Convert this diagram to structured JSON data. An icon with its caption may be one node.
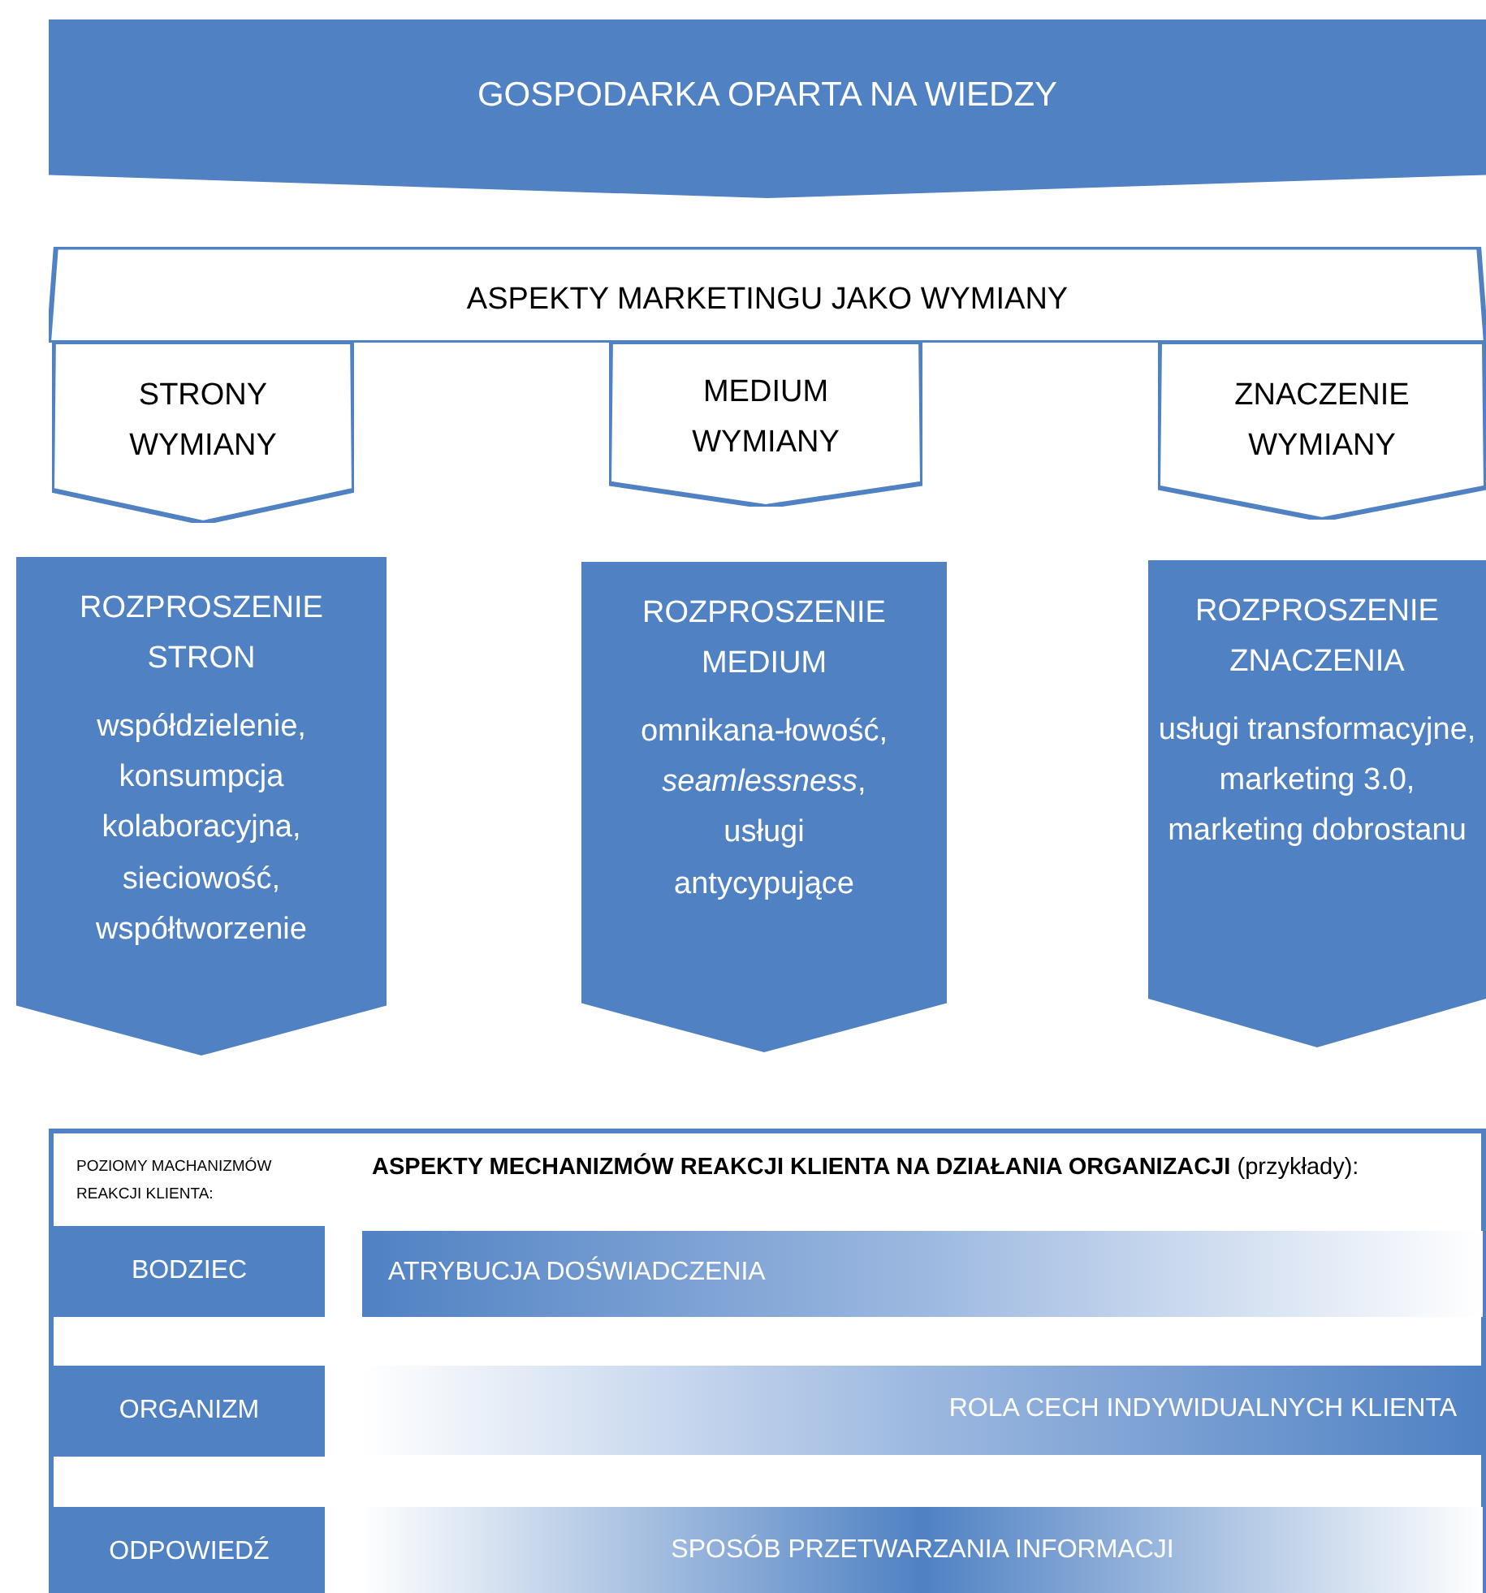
{
  "diagram": {
    "nodes": [
      {
        "text": [
          "GOSPODARKA OPARTA NA WIEDZY"
        ]
      },
      {
        "text": [
          "ASPEKTY MARKETINGU JAKO WYMIANY"
        ]
      },
      {
        "text": [
          "STRONY WYMIANY"
        ]
      },
      {
        "text": [
          "MEDIUM WYMIANY"
        ]
      },
      {
        "text": [
          "ZNACZENIE WYMIANY"
        ]
      },
      {
        "text": [
          "ROZPROSZENIE STRON",
          "współdzielenie, konsumpcja kolaboracyjna, sieciowość, współtworzenie"
        ]
      },
      {
        "text": [
          "ROZPROSZENIE MEDIUM",
          "omnikana-łowość, *seamlessness*, usługi antycypujące"
        ]
      },
      {
        "text": [
          "ROZPROSZENIE ZNACZENIA",
          "usługi transformacyjne, marketing 3.0, marketing dobrostanu"
        ]
      },
      {
        "text": [
          "POZIOMY MACHANIZMÓW REAKCJI KLIENTA:",
          "**ASPEKTY MECHANIZMÓW REAKCJI KLIENTA NA DZIAŁANIA ORGANIZACJI** (przykłady):"
        ]
      },
      {
        "text": [
          "BODZIEC"
        ],
        "in": 8
      },
      {
        "text": [
          "ORGANIZM"
        ],
        "in": 8
      },
      {
        "text": [
          "ODPOWIEDŹ"
        ],
        "in": 8
      },
      {
        "text": [
          "ATRYBUCJA DOŚWIADCZENIA"
        ],
        "in": 8
      },
      {
        "text": [
          "ROLA CECH INDYWIDUALNYCH KLIENTA"
        ],
        "in": 8
      },
      {
        "text": [
          "SPOSÓB PRZETWARZANIA INFORMACJI"
        ],
        "in": 8
      }
    ]
  }
}
